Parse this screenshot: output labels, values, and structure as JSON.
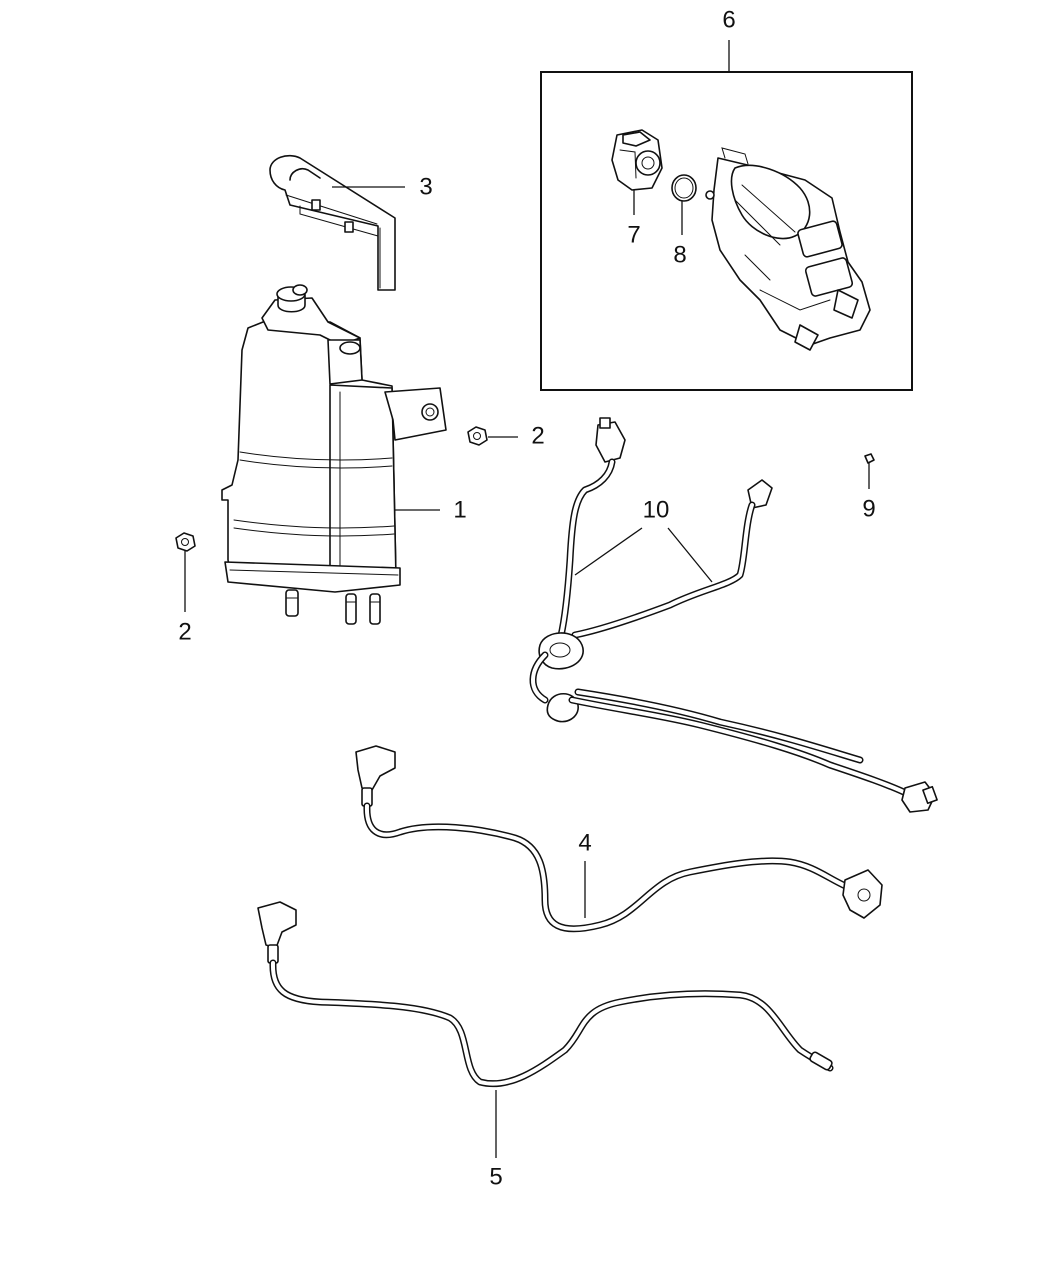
{
  "callouts": {
    "c1": "1",
    "c2a": "2",
    "c2b": "2",
    "c3": "3",
    "c4": "4",
    "c5": "5",
    "c6": "6",
    "c7": "7",
    "c8": "8",
    "c9": "9",
    "c10": "10"
  },
  "colors": {
    "line": "#111111",
    "background": "#ffffff"
  }
}
